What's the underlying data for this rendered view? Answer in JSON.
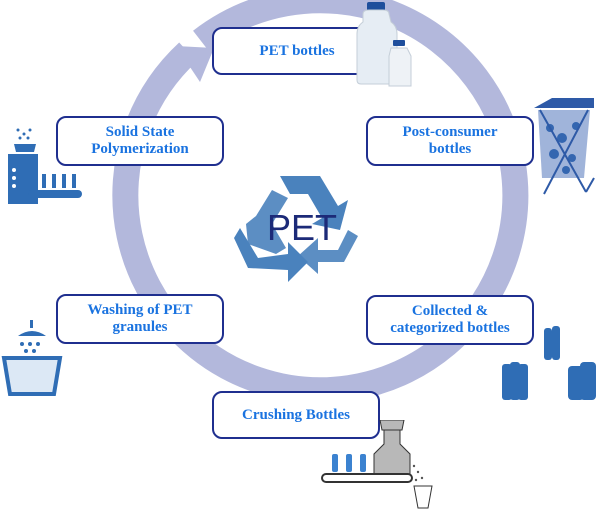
{
  "diagram": {
    "title": "PET recycling cycle",
    "center_label": "PET",
    "colors": {
      "ring": "#b3b8dc",
      "box_border": "#1f2f8f",
      "box_text": "#1a73e0",
      "icon_blue": "#2f6db5",
      "logo_blue": "#4a82bd",
      "center_text": "#1c2a78",
      "machine_gray": "#b8b8b8"
    },
    "flow_direction": "clockwise",
    "stages": [
      {
        "id": "pet-bottles",
        "label": "PET bottles",
        "icon": "plastic-bottles-icon"
      },
      {
        "id": "post-consumer",
        "label": "Post-consumer bottles",
        "icon": "recycling-bin-icon"
      },
      {
        "id": "collected",
        "label": "Collected & categorized bottles",
        "icon": "sorted-bottles-icon"
      },
      {
        "id": "crushing",
        "label": "Crushing Bottles",
        "icon": "crusher-conveyor-icon"
      },
      {
        "id": "washing",
        "label": "Washing of PET granules",
        "icon": "washing-granules-icon"
      },
      {
        "id": "ssp",
        "label": "Solid State Polymerization",
        "icon": "polymerization-machine-icon"
      }
    ]
  }
}
